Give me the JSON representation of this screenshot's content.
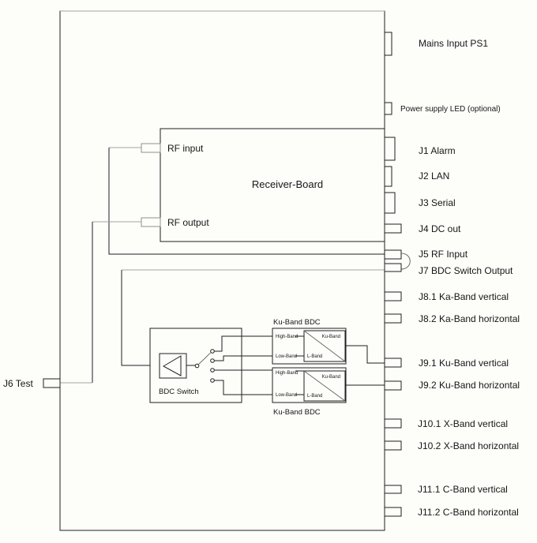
{
  "diagram": {
    "receiver_board": {
      "title": "Receiver-Board",
      "rf_input_label": "RF input",
      "rf_output_label": "RF output"
    },
    "bdc_switch": {
      "label": "BDC Switch"
    },
    "bdc_top": {
      "title": "Ku-Band BDC",
      "high_band": "High-Band",
      "low_band": "Low-Band",
      "ku_band": "Ku-Band",
      "l_band": "L-Band"
    },
    "bdc_bottom": {
      "title": "Ku-Band BDC",
      "high_band": "High-Band",
      "low_band": "Low-Band",
      "ku_band": "Ku-Band",
      "l_band": "L-Band"
    },
    "left_connector": {
      "label": "J6 Test"
    },
    "right_connectors": [
      {
        "label": "Mains Input PS1"
      },
      {
        "label": "Power supply LED (optional)"
      },
      {
        "label": "J1 Alarm"
      },
      {
        "label": "J2 LAN"
      },
      {
        "label": "J3 Serial"
      },
      {
        "label": "J4 DC out"
      },
      {
        "label": "J5 RF Input"
      },
      {
        "label": "J7 BDC Switch Output"
      },
      {
        "label": "J8.1 Ka-Band vertical"
      },
      {
        "label": "J8.2 Ka-Band horizontal"
      },
      {
        "label": "J9.1 Ku-Band vertical"
      },
      {
        "label": "J9.2 Ku-Band horizontal"
      },
      {
        "label": "J10.1 X-Band vertical"
      },
      {
        "label": "J10.2 X-Band horizontal"
      },
      {
        "label": "J11.1 C-Band vertical"
      },
      {
        "label": "J11.2 C-Band horizontal"
      }
    ],
    "colors": {
      "line": "#1f1f1f",
      "line-light": "#a2a2a2",
      "line-mid": "#6b6b6b",
      "bg": "#fdfdfa",
      "ink": "#161616"
    }
  }
}
